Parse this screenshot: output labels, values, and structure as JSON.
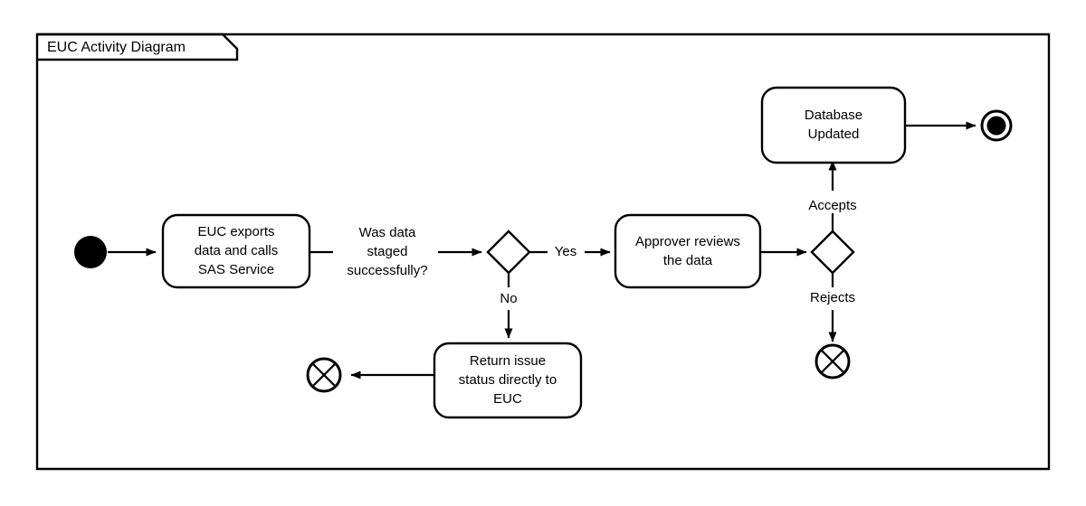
{
  "diagram": {
    "kind": "uml-activity-diagram",
    "frame_title": "EUC Activity Diagram",
    "colors": {
      "stroke": "#000000",
      "fill": "#ffffff",
      "background": "#ffffff"
    },
    "nodes": [
      {
        "id": "start",
        "type": "initial-node",
        "label": ""
      },
      {
        "id": "euc-export",
        "type": "activity",
        "label": "EUC exports data and calls SAS Service",
        "lines": [
          "EUC exports",
          "data and calls",
          "SAS Service"
        ]
      },
      {
        "id": "staged-decision",
        "type": "decision",
        "label": ""
      },
      {
        "id": "approver-review",
        "type": "activity",
        "label": "Approver reviews the data",
        "lines": [
          "Approver reviews",
          "the data"
        ]
      },
      {
        "id": "approval-decision",
        "type": "decision",
        "label": ""
      },
      {
        "id": "database-updated",
        "type": "activity",
        "label": "Database Updated",
        "lines": [
          "Database",
          "Updated"
        ]
      },
      {
        "id": "final",
        "type": "final-node",
        "label": ""
      },
      {
        "id": "return-issue",
        "type": "activity",
        "label": "Return issue status directly to EUC",
        "lines": [
          "Return issue",
          "status directly to",
          "EUC"
        ]
      },
      {
        "id": "flow-final-left",
        "type": "flow-final-node",
        "label": ""
      },
      {
        "id": "flow-final-reject",
        "type": "flow-final-node",
        "label": ""
      }
    ],
    "edges": [
      {
        "id": "start-to-export",
        "from": "start",
        "to": "euc-export",
        "label": ""
      },
      {
        "id": "export-to-decision",
        "from": "euc-export",
        "to": "staged-decision",
        "label": "Was data staged successfully?",
        "lines": [
          "Was data",
          "staged",
          "successfully?"
        ]
      },
      {
        "id": "decision-yes",
        "from": "staged-decision",
        "to": "approver-review",
        "label": "Yes"
      },
      {
        "id": "decision-no",
        "from": "staged-decision",
        "to": "return-issue",
        "label": "No"
      },
      {
        "id": "review-to-approval",
        "from": "approver-review",
        "to": "approval-decision",
        "label": ""
      },
      {
        "id": "approval-accepts",
        "from": "approval-decision",
        "to": "database-updated",
        "label": "Accepts"
      },
      {
        "id": "approval-rejects",
        "from": "approval-decision",
        "to": "flow-final-reject",
        "label": "Rejects"
      },
      {
        "id": "updated-to-final",
        "from": "database-updated",
        "to": "final",
        "label": ""
      },
      {
        "id": "return-to-flowfinal",
        "from": "return-issue",
        "to": "flow-final-left",
        "label": ""
      }
    ]
  }
}
